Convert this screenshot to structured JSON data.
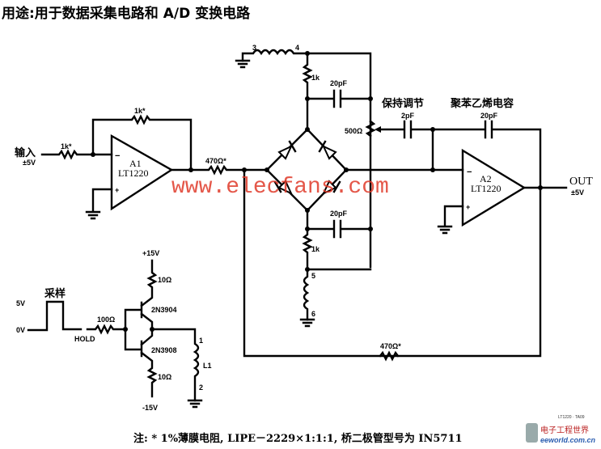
{
  "title": "用途:用于数据采集电路和 A/D 变换电路",
  "input": {
    "label": "输入",
    "range": "±5V",
    "resistor": "1k*"
  },
  "a1": {
    "name": "A1",
    "part": "LT1220",
    "feedback": "1k*",
    "out_resistor": "470Ω*"
  },
  "bridge": {
    "top_inductor_pin_a": "3",
    "top_inductor_pin_b": "4",
    "top_resistor": "1k",
    "top_cap": "20pF",
    "bottom_resistor": "1k",
    "bottom_cap": "20pF",
    "bottom_inductor_pin_a": "5",
    "bottom_inductor_pin_b": "6",
    "pot": "500Ω"
  },
  "labels": {
    "hold_adjust": "保持调节",
    "polystyrene_cap": "聚苯乙烯电容"
  },
  "a2": {
    "name": "A2",
    "part": "LT1220",
    "cap_in": "2pF",
    "cap_fb": "20pF",
    "feedback_resistor": "470Ω*",
    "out_label": "OUT",
    "out_range": "±5V"
  },
  "driver": {
    "v5": "5V",
    "v0": "0V",
    "sample": "采样",
    "hold": "HOLD",
    "base_resistor": "100Ω",
    "vpos": "+15V",
    "vneg": "-15V",
    "r_top": "10Ω",
    "r_bot": "10Ω",
    "q1": "2N3904",
    "q2": "2N3908",
    "l1": "L1",
    "l1_pin1": "1",
    "l1_pin2": "2"
  },
  "note": "注: * 1%薄膜电阻, LIPE－2229×1:1:1, 桥二极管型号为 IN5711",
  "watermark": "www.elecfans.com",
  "logo": {
    "cn": "电子工程世界",
    "en": "eeworld.com.cn",
    "small": "LT1220 · TA09"
  }
}
